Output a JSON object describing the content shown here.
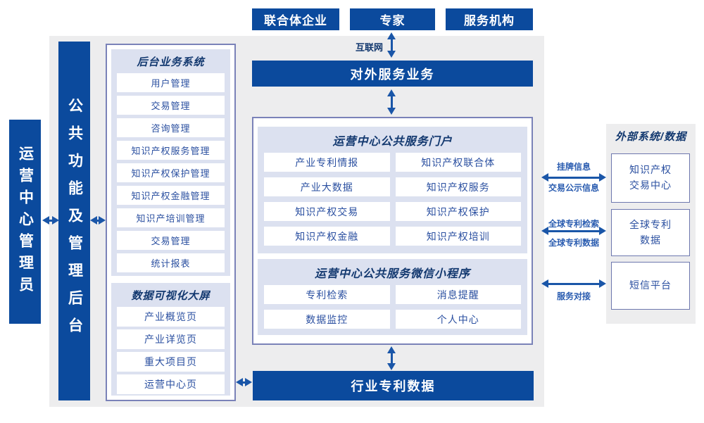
{
  "colors": {
    "primary_blue": "#0b4a9d",
    "arrow_blue": "#1a56a8",
    "panel_gray": "#ededee",
    "panel_lavender": "#dce1f0",
    "container_border": "#7a82b8",
    "item_text_blue": "#2a4fa0",
    "header_navy": "#12386f",
    "link_label_blue": "#2a5cb0"
  },
  "top_actors": [
    {
      "label": "联合体企业"
    },
    {
      "label": "专家"
    },
    {
      "label": "服务机构"
    }
  ],
  "internet_label": "互联网",
  "bars": {
    "external_service": "对外服务业务",
    "industry_patent_data": "行业专利数据"
  },
  "roles": {
    "operation_admin": "运营中心管理员",
    "public_backend": "公共功能及管理后台"
  },
  "backend_system": {
    "title": "后台业务系统",
    "items": [
      "用户管理",
      "交易管理",
      "咨询管理",
      "知识产权服务管理",
      "知识产权保护管理",
      "知识产权金融管理",
      "知识产培训管理",
      "交易管理",
      "统计报表"
    ]
  },
  "dashboard": {
    "title": "数据可视化大屏",
    "items": [
      "产业概览页",
      "产业详览页",
      "重大项目页",
      "运营中心页"
    ]
  },
  "portal": {
    "title": "运营中心公共服务门户",
    "items": [
      "产业专利情报",
      "知识产权联合体",
      "产业大数据",
      "知识产权服务",
      "知识产权交易",
      "知识产权保护",
      "知识产权金融",
      "知识产权培训"
    ]
  },
  "miniprogram": {
    "title": "运营中心公共服务微信小程序",
    "items": [
      "专利检索",
      "消息提醒",
      "数据监控",
      "个人中心"
    ]
  },
  "external": {
    "title": "外部系统/数据",
    "systems": [
      "知识产权\n交易中心",
      "全球专利\n数据",
      "短信平台"
    ],
    "link_labels": {
      "l1_above": "挂牌信息",
      "l1_below": "交易公示信息",
      "l2_above": "全球专利检索",
      "l2_below": "全球专利数据",
      "l3_below": "服务对接"
    }
  }
}
